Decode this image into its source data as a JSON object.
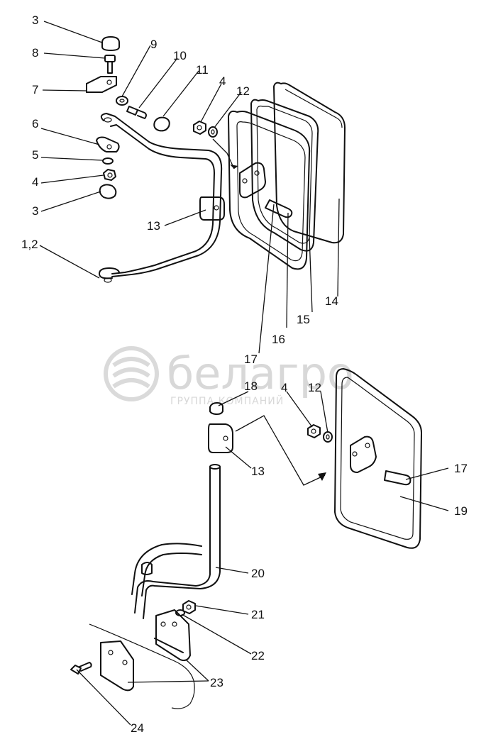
{
  "watermark": {
    "brand": "белагро",
    "subtitle": "ГРУППА КОМПАНИЙ"
  },
  "callouts": [
    {
      "id": "c3a",
      "text": "3"
    },
    {
      "id": "c8",
      "text": "8"
    },
    {
      "id": "c7",
      "text": "7"
    },
    {
      "id": "c6",
      "text": "6"
    },
    {
      "id": "c5",
      "text": "5"
    },
    {
      "id": "c4a",
      "text": "4"
    },
    {
      "id": "c3b",
      "text": "3"
    },
    {
      "id": "c12a",
      "text": "1,2"
    },
    {
      "id": "c9",
      "text": "9"
    },
    {
      "id": "c10",
      "text": "10"
    },
    {
      "id": "c11",
      "text": "11"
    },
    {
      "id": "c4b",
      "text": "4"
    },
    {
      "id": "c12b",
      "text": "12"
    },
    {
      "id": "c13a",
      "text": "13"
    },
    {
      "id": "c14",
      "text": "14"
    },
    {
      "id": "c15",
      "text": "15"
    },
    {
      "id": "c16",
      "text": "16"
    },
    {
      "id": "c17a",
      "text": "17"
    },
    {
      "id": "c18",
      "text": "18"
    },
    {
      "id": "c4c",
      "text": "4"
    },
    {
      "id": "c12c",
      "text": "12"
    },
    {
      "id": "c13b",
      "text": "13"
    },
    {
      "id": "c17b",
      "text": "17"
    },
    {
      "id": "c19",
      "text": "19"
    },
    {
      "id": "c20",
      "text": "20"
    },
    {
      "id": "c21",
      "text": "21"
    },
    {
      "id": "c22",
      "text": "22"
    },
    {
      "id": "c23",
      "text": "23"
    },
    {
      "id": "c24",
      "text": "24"
    }
  ]
}
